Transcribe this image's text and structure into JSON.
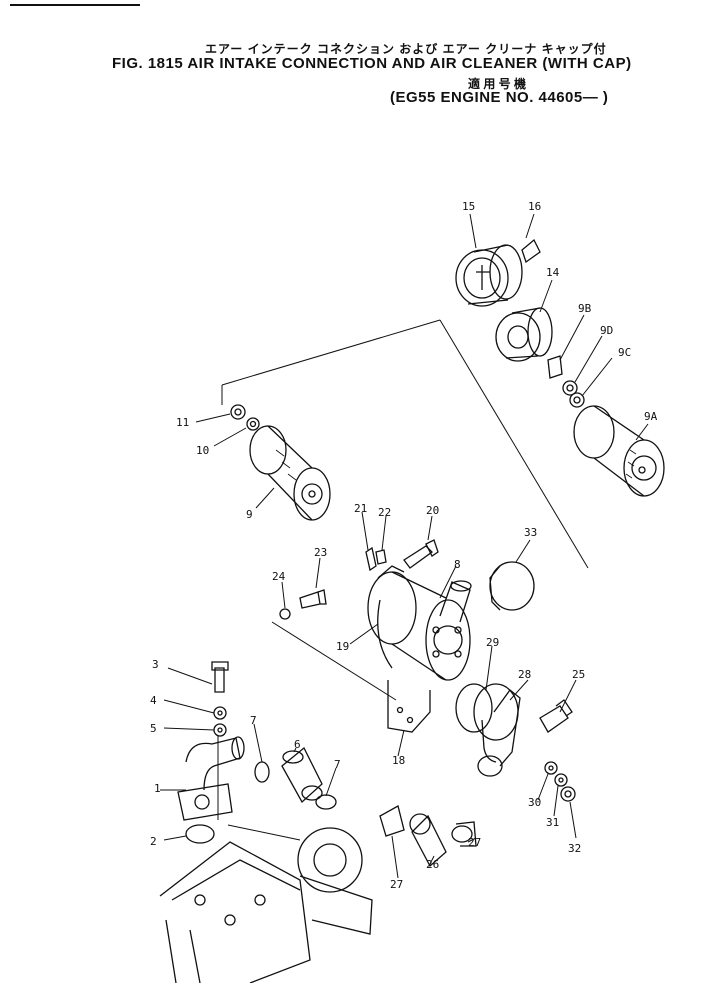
{
  "header": {
    "title_jp": "エアー インテーク コネクション および エアー クリーナ キャップ付",
    "figure_title": "FIG. 1815  AIR INTAKE CONNECTION AND AIR CLEANER (WITH CAP)",
    "applicable_jp": "適 用 号 機",
    "applicable": "(EG55 ENGINE NO. 44605— )"
  },
  "callouts": [
    {
      "id": "c15",
      "text": "15"
    },
    {
      "id": "c16",
      "text": "16"
    },
    {
      "id": "c14",
      "text": "14"
    },
    {
      "id": "c9b",
      "text": "9B"
    },
    {
      "id": "c9d",
      "text": "9D"
    },
    {
      "id": "c9c",
      "text": "9C"
    },
    {
      "id": "c9a",
      "text": "9A"
    },
    {
      "id": "c11",
      "text": "11"
    },
    {
      "id": "c10",
      "text": "10"
    },
    {
      "id": "c9",
      "text": "9"
    },
    {
      "id": "c21",
      "text": "21"
    },
    {
      "id": "c22",
      "text": "22"
    },
    {
      "id": "c20",
      "text": "20"
    },
    {
      "id": "c33",
      "text": "33"
    },
    {
      "id": "c23",
      "text": "23"
    },
    {
      "id": "c24",
      "text": "24"
    },
    {
      "id": "c8",
      "text": "8"
    },
    {
      "id": "c19",
      "text": "19"
    },
    {
      "id": "c3",
      "text": "3"
    },
    {
      "id": "c4",
      "text": "4"
    },
    {
      "id": "c5",
      "text": "5"
    },
    {
      "id": "c7a",
      "text": "7"
    },
    {
      "id": "c6",
      "text": "6"
    },
    {
      "id": "c7b",
      "text": "7"
    },
    {
      "id": "c1",
      "text": "1"
    },
    {
      "id": "c2",
      "text": "2"
    },
    {
      "id": "c18",
      "text": "18"
    },
    {
      "id": "c29",
      "text": "29"
    },
    {
      "id": "c28",
      "text": "28"
    },
    {
      "id": "c25",
      "text": "25"
    },
    {
      "id": "c30",
      "text": "30"
    },
    {
      "id": "c31",
      "text": "31"
    },
    {
      "id": "c32",
      "text": "32"
    },
    {
      "id": "c27a",
      "text": "27"
    },
    {
      "id": "c26",
      "text": "26"
    },
    {
      "id": "c27b",
      "text": "27"
    }
  ]
}
